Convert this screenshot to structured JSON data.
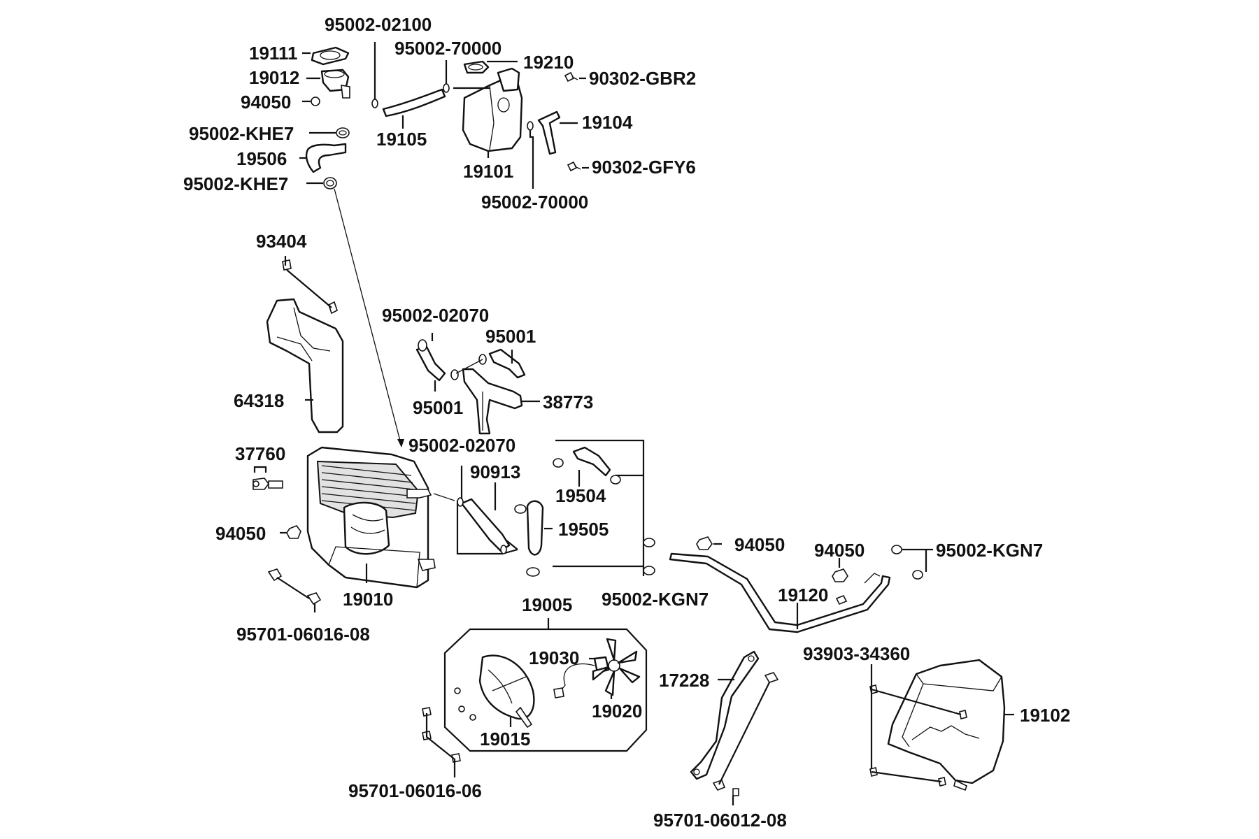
{
  "labels": {
    "p95002_02100": "95002-02100",
    "p19111": "19111",
    "p95002_70000_top": "95002-70000",
    "p19210": "19210",
    "p90302_gbr2": "90302-GBR2",
    "p19012": "19012",
    "p94050_top": "94050",
    "p19104": "19104",
    "p95002_khe7_a": "95002-KHE7",
    "p19105": "19105",
    "p19506": "19506",
    "p19101": "19101",
    "p90302_gfy6": "90302-GFY6",
    "p95002_khe7_b": "95002-KHE7",
    "p95002_70000_bottom": "95002-70000",
    "p93404": "93404",
    "p95002_02070_a": "95002-02070",
    "p95001_a": "95001",
    "p95001_b": "95001",
    "p38773": "38773",
    "p64318": "64318",
    "p95002_02070_b": "95002-02070",
    "p37760": "37760",
    "p90913": "90913",
    "p19504": "19504",
    "p19505": "19505",
    "p94050_left": "94050",
    "p94050_mid": "94050",
    "p94050_right": "94050",
    "p95002_kgn7_right": "95002-KGN7",
    "p19010": "19010",
    "p95002_kgn7_mid": "95002-KGN7",
    "p19120": "19120",
    "p19005": "19005",
    "p95701_06016_08": "95701-06016-08",
    "p19030": "19030",
    "p17228": "17228",
    "p93903_34360": "93903-34360",
    "p19020": "19020",
    "p19102": "19102",
    "p19015": "19015",
    "p95701_06016_06": "95701-06016-06",
    "p95701_06012_08": "95701-06012-08"
  }
}
